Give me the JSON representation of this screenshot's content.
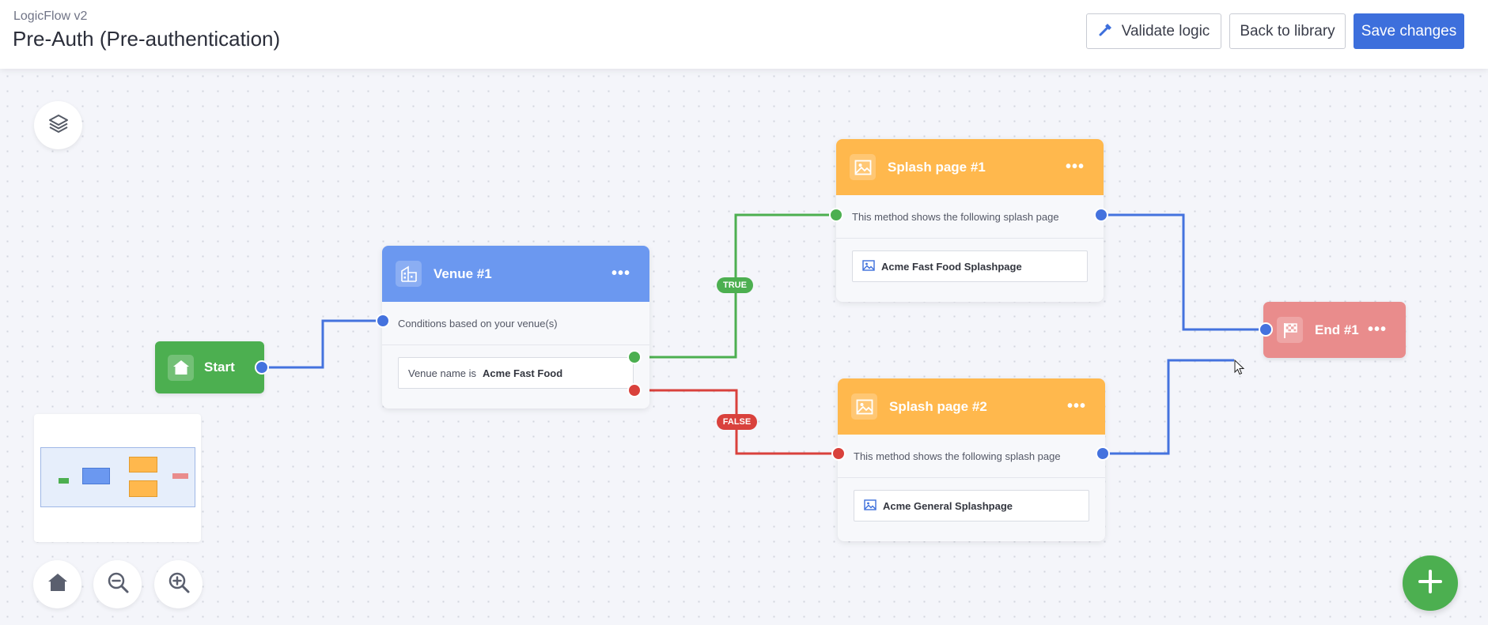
{
  "header": {
    "app_name": "LogicFlow v2",
    "title": "Pre-Auth (Pre-authentication)",
    "validate_label": "Validate logic",
    "back_label": "Back to library",
    "save_label": "Save changes"
  },
  "colors": {
    "primary": "#3d6fdc",
    "start": "#4caf50",
    "venue": "#6b98f0",
    "splash": "#ffb84d",
    "end": "#e98c8c",
    "true": "#4caf50",
    "false": "#d9413c"
  },
  "nodes": {
    "start": {
      "label": "Start",
      "icon": "home-icon"
    },
    "venue": {
      "title": "Venue #1",
      "icon": "venue-building-icon",
      "description": "Conditions based on your venue(s)",
      "condition_prefix": "Venue name is",
      "condition_value": "Acme Fast Food"
    },
    "splash1": {
      "title": "Splash page #1",
      "icon": "image-icon",
      "description": "This method shows the following splash page",
      "page": "Acme Fast Food Splashpage"
    },
    "splash2": {
      "title": "Splash page #2",
      "icon": "image-icon",
      "description": "This method shows the following splash page",
      "page": "Acme General Splashpage"
    },
    "end": {
      "title": "End #1",
      "icon": "checkered-flag-icon"
    }
  },
  "branches": {
    "true_label": "TRUE",
    "false_label": "FALSE"
  },
  "menu_glyph": "•••",
  "controls": {
    "layers": "layers-icon",
    "home": "home-icon",
    "zoom_out": "zoom-out-icon",
    "zoom_in": "zoom-in-icon",
    "add": "plus-icon"
  }
}
